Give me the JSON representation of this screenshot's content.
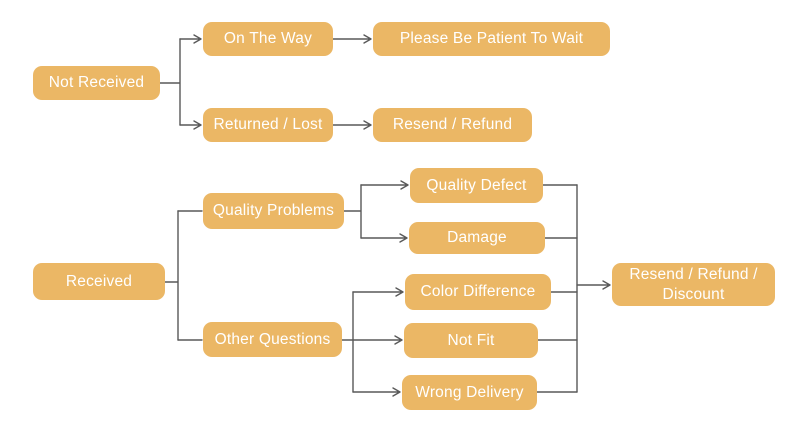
{
  "diagram": {
    "type": "flowchart",
    "colors": {
      "node_fill": "#EBB765",
      "node_text": "#FFFFFF",
      "connector": "#595959",
      "background": "#FFFFFF"
    },
    "nodes": {
      "not_received": {
        "label": "Not Received"
      },
      "on_the_way": {
        "label": "On The Way"
      },
      "please_wait": {
        "label": "Please Be Patient To Wait"
      },
      "returned_lost": {
        "label": "Returned / Lost"
      },
      "resend_refund": {
        "label": "Resend / Refund"
      },
      "received": {
        "label": "Received"
      },
      "quality_problems": {
        "label": "Quality Problems"
      },
      "other_questions": {
        "label": "Other Questions"
      },
      "quality_defect": {
        "label": "Quality Defect"
      },
      "damage": {
        "label": "Damage"
      },
      "color_difference": {
        "label": "Color Difference"
      },
      "not_fit": {
        "label": "Not Fit"
      },
      "wrong_delivery": {
        "label": "Wrong Delivery"
      },
      "resend_refund_discount": {
        "label": "Resend / Refund / Discount"
      }
    },
    "flows": [
      {
        "from": "Not Received",
        "to": "On The Way"
      },
      {
        "from": "Not Received",
        "to": "Returned / Lost"
      },
      {
        "from": "On The Way",
        "to": "Please Be Patient To Wait"
      },
      {
        "from": "Returned / Lost",
        "to": "Resend / Refund"
      },
      {
        "from": "Received",
        "to": "Quality Problems"
      },
      {
        "from": "Received",
        "to": "Other Questions"
      },
      {
        "from": "Quality Problems",
        "to": "Quality Defect"
      },
      {
        "from": "Quality Problems",
        "to": "Damage"
      },
      {
        "from": "Other Questions",
        "to": "Color Difference"
      },
      {
        "from": "Other Questions",
        "to": "Not Fit"
      },
      {
        "from": "Other Questions",
        "to": "Wrong Delivery"
      },
      {
        "from": "Quality Defect",
        "to": "Resend / Refund / Discount"
      },
      {
        "from": "Damage",
        "to": "Resend / Refund / Discount"
      },
      {
        "from": "Color Difference",
        "to": "Resend / Refund / Discount"
      },
      {
        "from": "Not Fit",
        "to": "Resend / Refund / Discount"
      },
      {
        "from": "Wrong Delivery",
        "to": "Resend / Refund / Discount"
      }
    ]
  }
}
